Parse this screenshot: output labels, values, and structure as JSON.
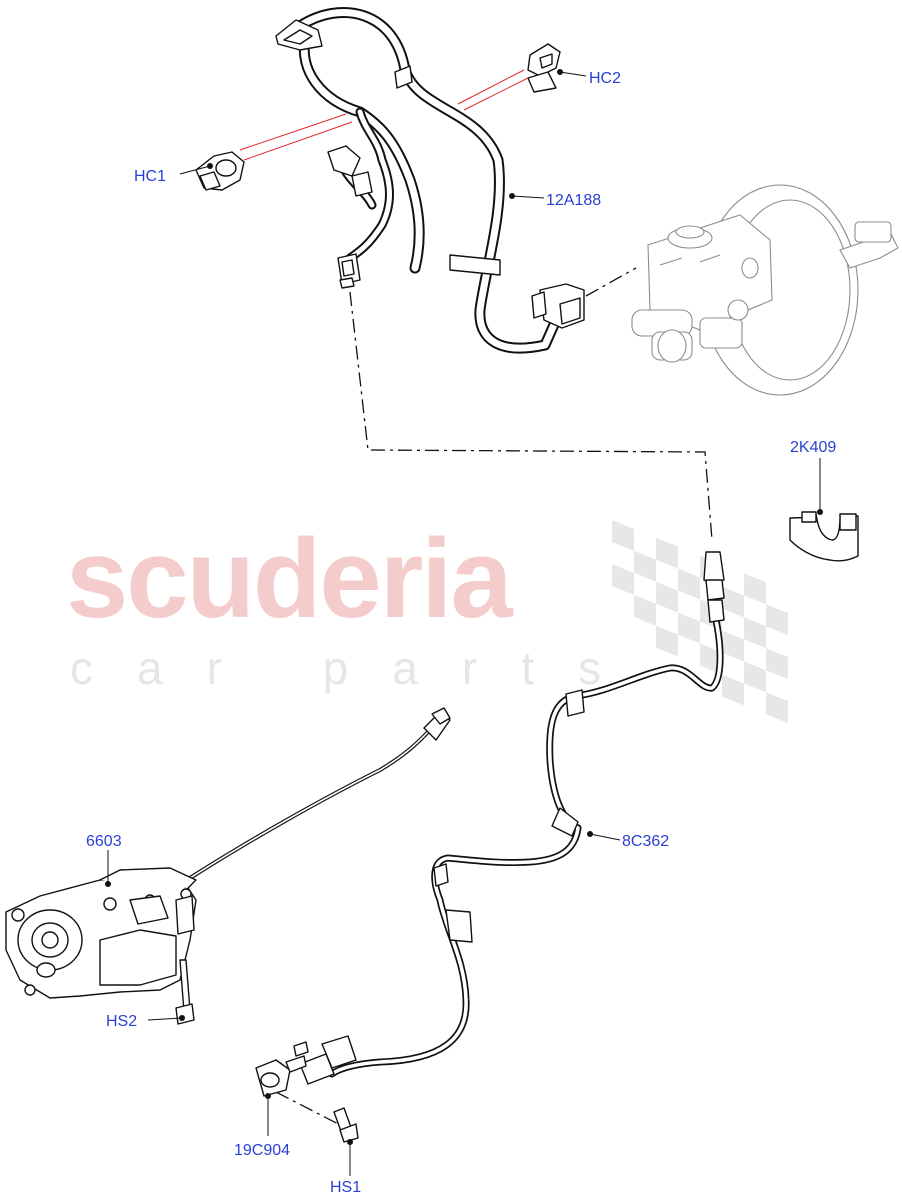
{
  "watermark": {
    "brand": "scuderia",
    "tagline": "car parts"
  },
  "callouts": {
    "hc2": "HC2",
    "hc1": "HC1",
    "12a188": "12A188",
    "2k409": "2K409",
    "6603": "6603",
    "8c362": "8C362",
    "hs2": "HS2",
    "19c904": "19C904",
    "hs1": "HS1"
  },
  "colors": {
    "callout_text": "#2a3fd6",
    "watermark_brand": "#f4cccc",
    "watermark_tagline": "#e6e6e6",
    "reference_lines": "#e0262b",
    "line_art": "#111111",
    "ghost_parts": "#8c8c8c"
  }
}
